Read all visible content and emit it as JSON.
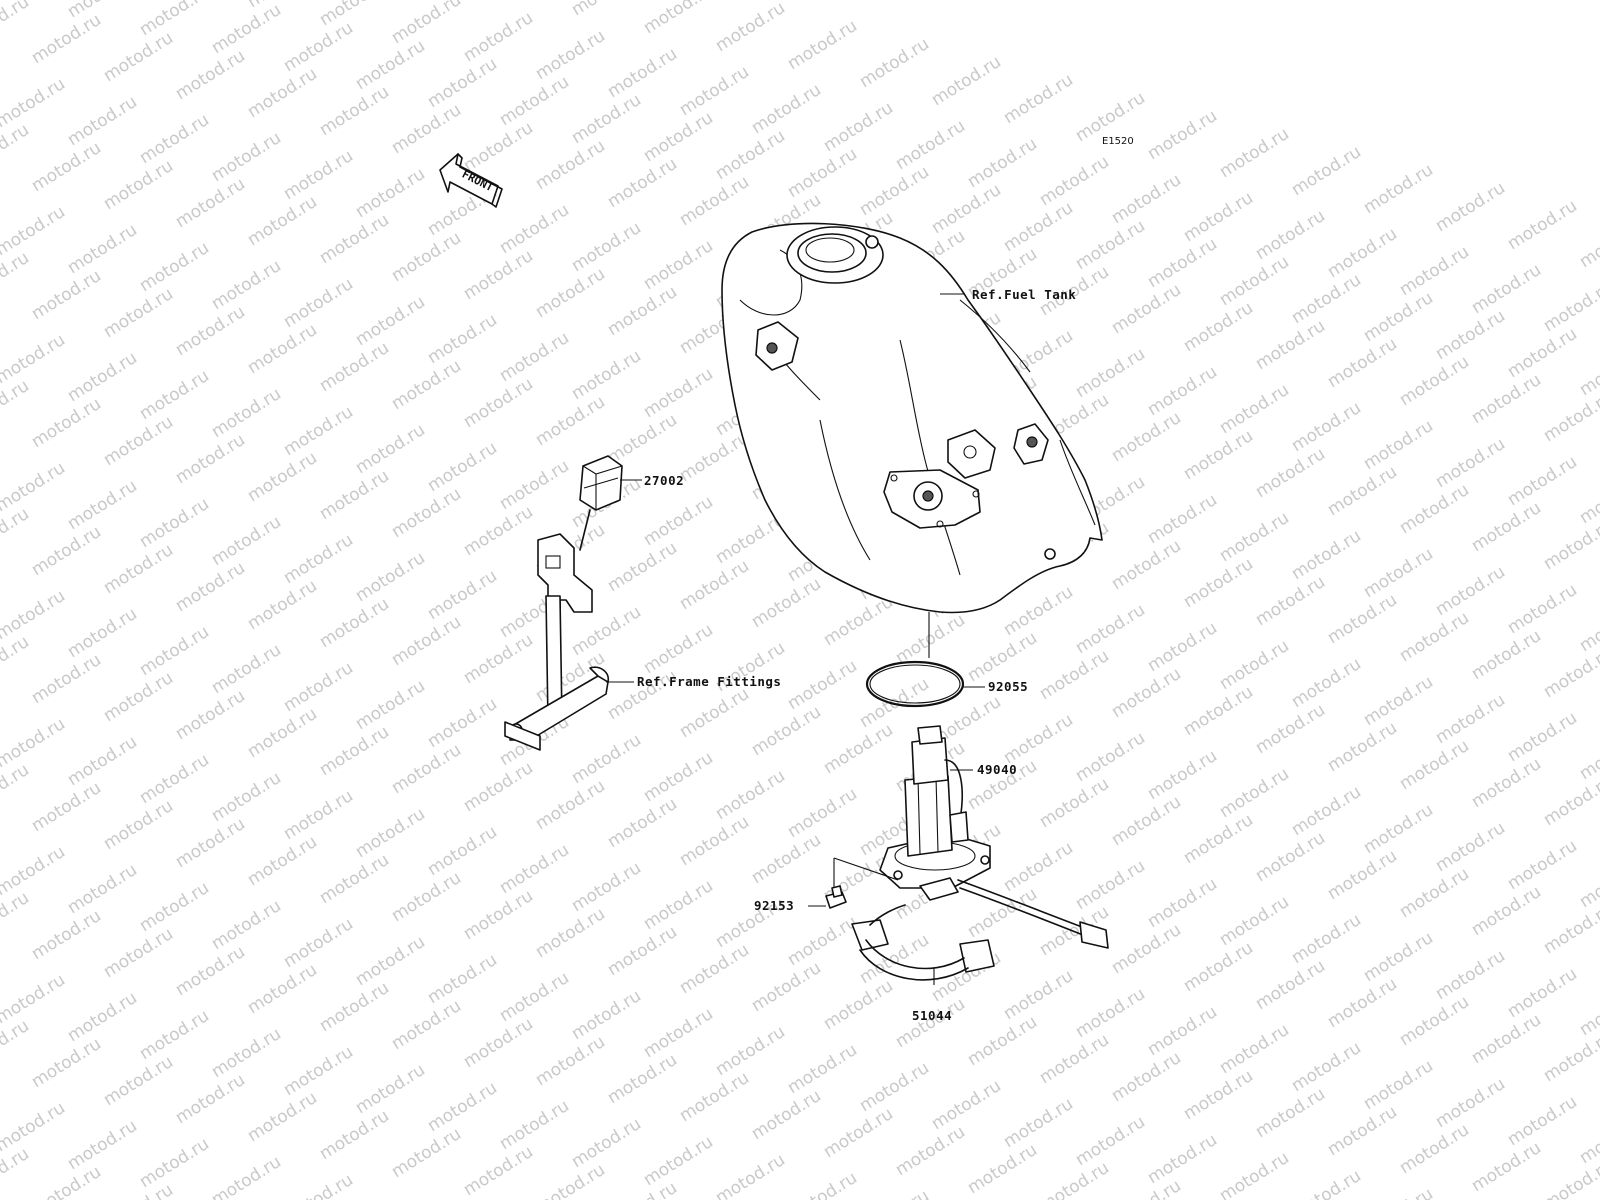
{
  "watermark": {
    "text": "motod.ru",
    "color": "#c9c9c9"
  },
  "diagram_code": "E1520",
  "front_arrow": {
    "text": "FRONT",
    "icon": "front-direction-arrow-icon"
  },
  "labels": {
    "fuel_tank": "Ref.Fuel Tank",
    "part_27002": "27002",
    "frame_fittings": "Ref.Frame Fittings",
    "part_92055": "92055",
    "part_49040": "49040",
    "part_92153": "92153",
    "part_51044": "51044"
  }
}
